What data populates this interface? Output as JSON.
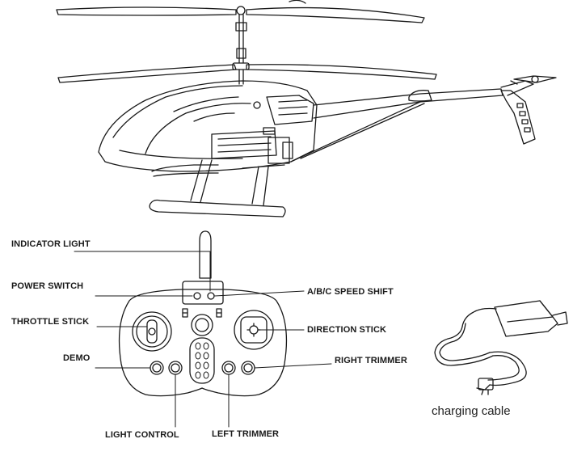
{
  "labels": {
    "indicator_light": "INDICATOR LIGHT",
    "power_switch": "POWER SWITCH",
    "throttle_stick": "THROTTLE STICK",
    "demo": "DEMO",
    "light_control": "LIGHT  CONTROL",
    "left_trimmer": "LEFT TRIMMER",
    "speed_shift": "A/B/C SPEED SHIFT",
    "direction_stick": "DIRECTION STICK",
    "right_trimmer": "RIGHT TRIMMER"
  },
  "charging_cable_caption": "charging cable",
  "colors": {
    "ink": "#1a1a1a",
    "paper": "#ffffff"
  }
}
